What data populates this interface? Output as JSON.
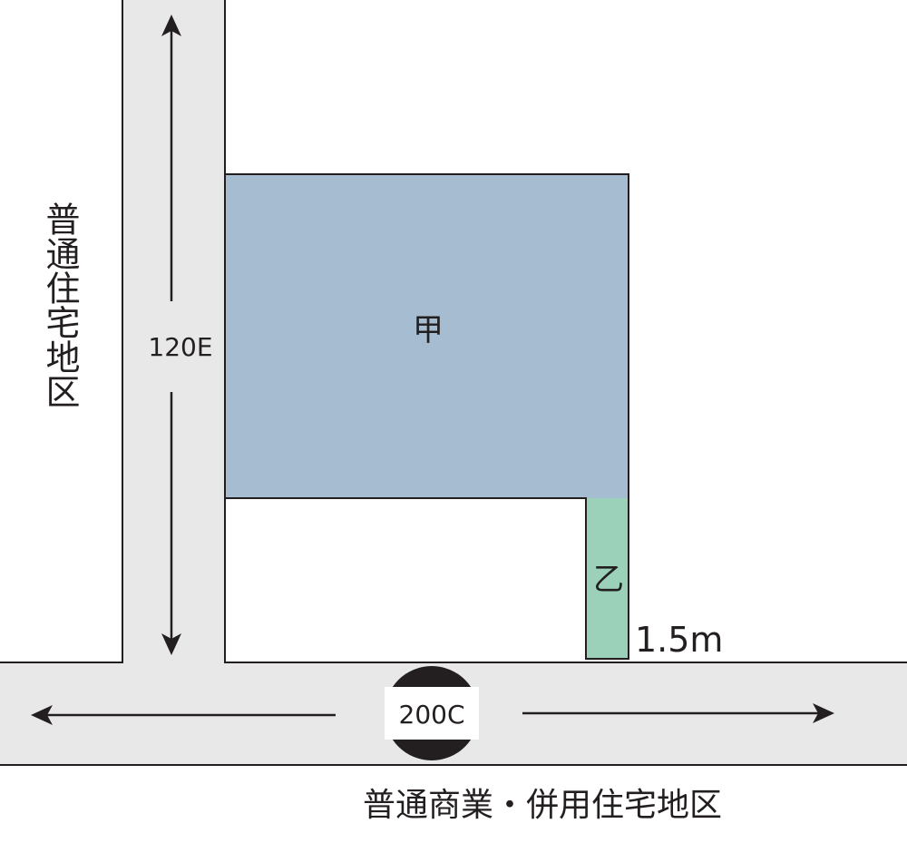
{
  "plots": {
    "kou": {
      "label": "甲",
      "color": "#a6bcd0"
    },
    "otsu": {
      "label": "乙",
      "color": "#9ad1b8",
      "width_label": "1.5m"
    }
  },
  "roads": {
    "side": {
      "label": "120E",
      "color": "#e8e8e8"
    },
    "front": {
      "label": "200C",
      "color": "#e8e8e8"
    }
  },
  "zones": {
    "left": "普通住宅地区",
    "bottom": "普通商業・併用住宅地区"
  }
}
